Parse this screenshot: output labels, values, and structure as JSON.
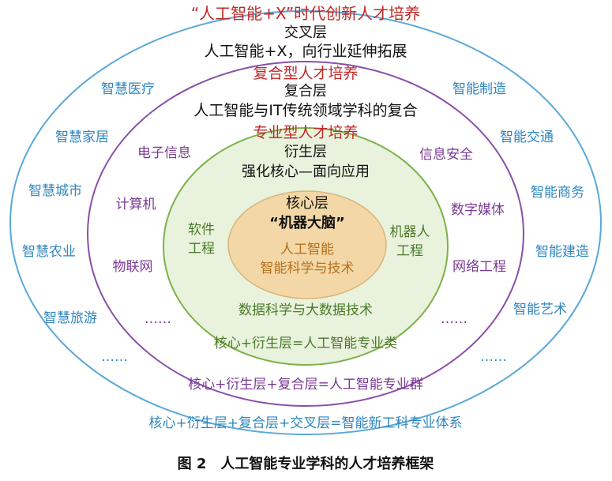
{
  "title": "“人工智能+X”时代创新人才培养",
  "outer": {
    "heading": "交叉层",
    "subheading": "人工智能+X，向行业延伸拓展",
    "left": [
      "智慧医疗",
      "智慧家居",
      "智慧城市",
      "智慧农业",
      "智慧旅游",
      "……"
    ],
    "right": [
      "智能制造",
      "智能交通",
      "智能商务",
      "智能建造",
      "智能艺术",
      "……"
    ],
    "formula": "核心+衍生层+复合层+交叉层=智能新工科专业体系"
  },
  "middle": {
    "label": "复合型人才培养",
    "heading": "复合层",
    "subheading": "人工智能与IT传统领域学科的复合",
    "left": [
      "电子信息",
      "计算机",
      "物联网",
      "……"
    ],
    "right": [
      "信息安全",
      "数字媒体",
      "网络工程",
      "……"
    ],
    "formula": "核心+衍生层+复合层=人工智能专业群"
  },
  "inner": {
    "label": "专业型人才培养",
    "heading": "衍生层",
    "subheading": "强化核心—面向应用",
    "left": [
      "软件",
      "工程"
    ],
    "right": [
      "机器人",
      "工程"
    ],
    "bottom": "数据科学与大数据技术",
    "formula": "核心+衍生层=人工智能专业类"
  },
  "core": {
    "heading": "核心层",
    "subheading": "“机器大脑”",
    "line1": "人工智能",
    "line2": "智能科学与技术"
  },
  "caption": "图 2　人工智能专业学科的人才培养框架",
  "colors": {
    "outer_stroke": "#5aa8d8",
    "middle_stroke": "#8a4fa8",
    "inner_stroke": "#7cb24a",
    "inner_fill": "#e9f2dc",
    "core_fill": "#f3d7a6",
    "red": "#c02828"
  }
}
